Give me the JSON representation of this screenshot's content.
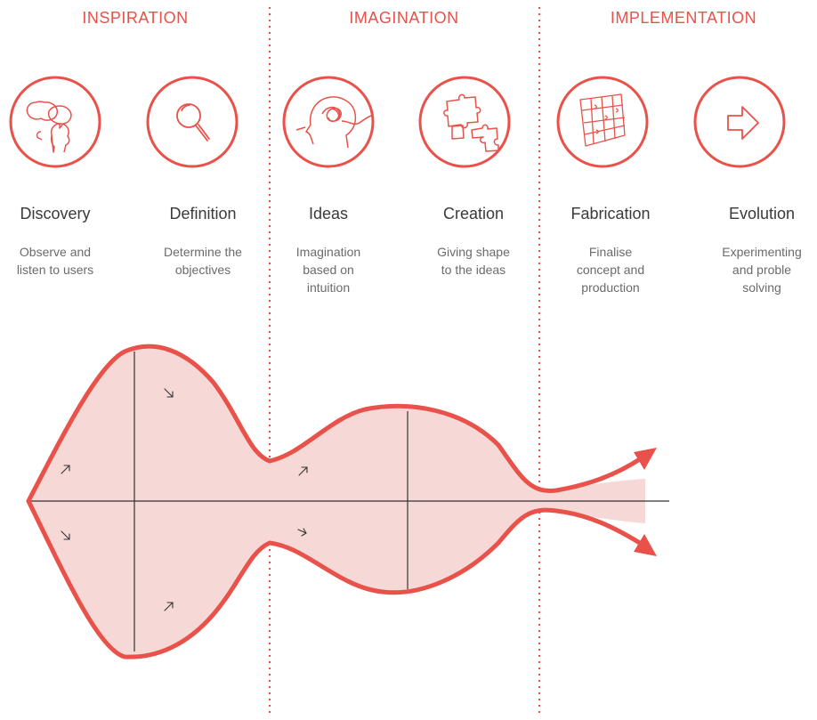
{
  "phases": [
    {
      "title": "INSPIRATION"
    },
    {
      "title": "IMAGINATION"
    },
    {
      "title": "IMPLEMENTATION"
    }
  ],
  "steps": [
    {
      "name": "Discovery",
      "description": "Observe and\nlisten to users",
      "icon": "heads-talking-icon"
    },
    {
      "name": "Definition",
      "description": "Determine the\nobjectives",
      "icon": "magnifier-icon"
    },
    {
      "name": "Ideas",
      "description": "Imagination\nbased on\nintuition",
      "icon": "head-idea-icon"
    },
    {
      "name": "Creation",
      "description": "Giving shape\nto the ideas",
      "icon": "puzzle-pieces-icon"
    },
    {
      "name": "Fabrication",
      "description": "Finalise\nconcept and\nproduction",
      "icon": "puzzle-grid-icon"
    },
    {
      "name": "Evolution",
      "description": "Experimenting\nand proble\nsolving",
      "icon": "arrow-right-icon"
    }
  ],
  "colors": {
    "accent": "#e8524a",
    "fill": "#f6d9d6",
    "axis": "#333333",
    "text": "#3a3a3a",
    "muted": "#6b6b6b"
  }
}
